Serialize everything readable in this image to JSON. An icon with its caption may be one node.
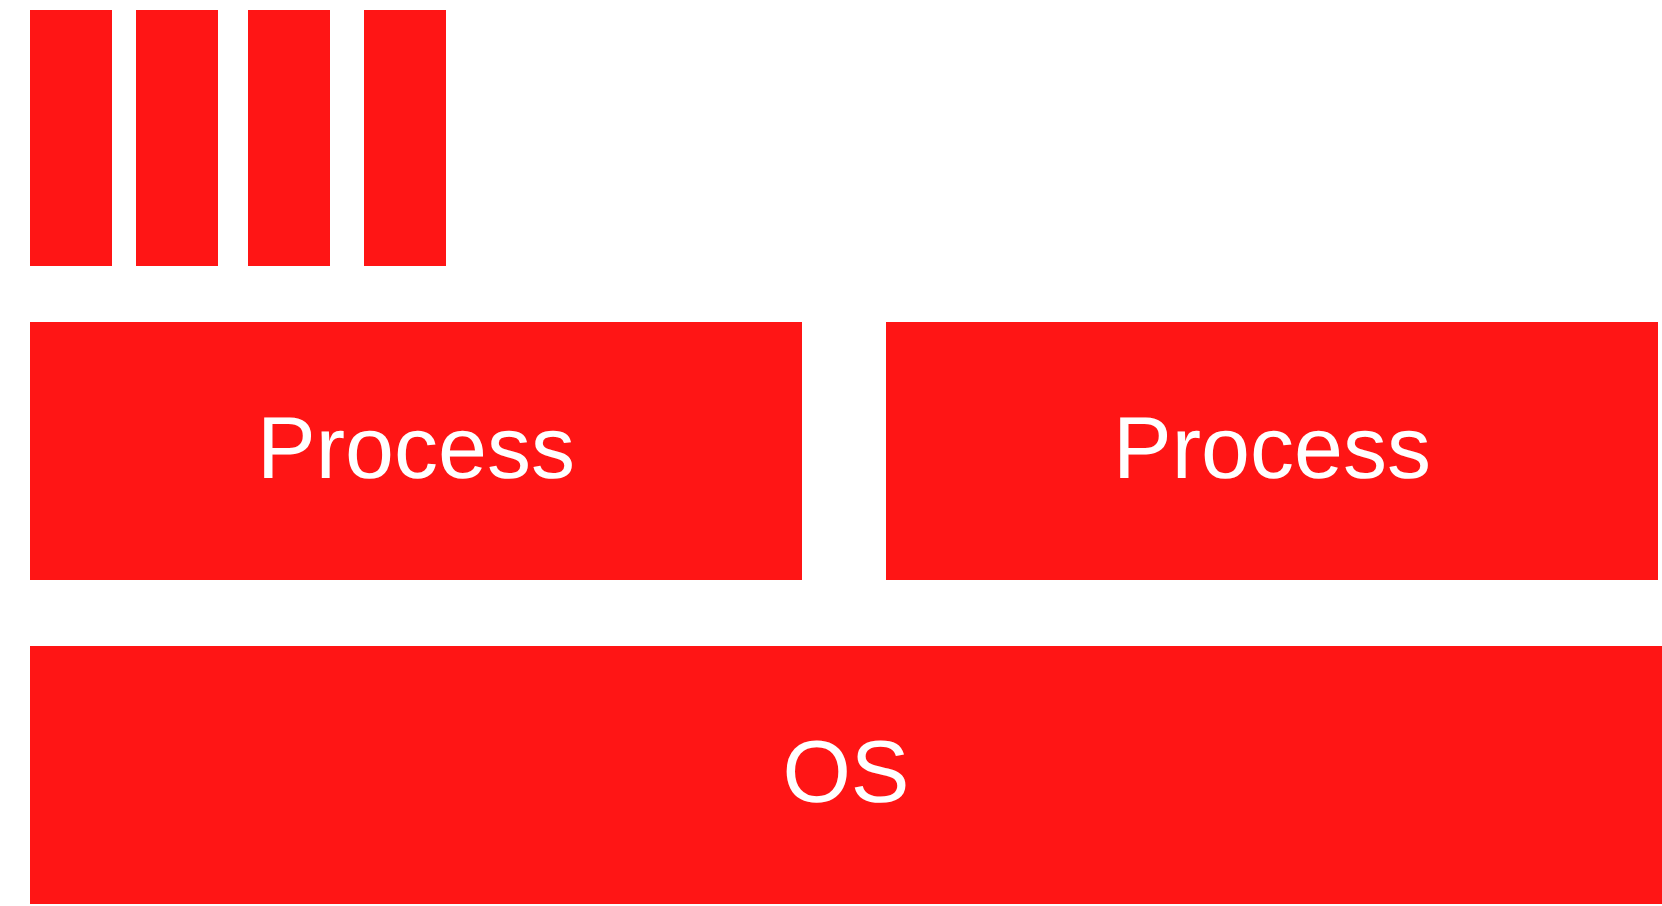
{
  "diagram": {
    "nodes": [
      {
        "text": [],
        "shape": "bar"
      },
      {
        "text": [],
        "shape": "bar"
      },
      {
        "text": [],
        "shape": "bar"
      },
      {
        "text": [],
        "shape": "bar"
      },
      {
        "text": [
          "Process"
        ]
      },
      {
        "text": [
          "Process"
        ]
      },
      {
        "text": [
          "OS"
        ]
      }
    ]
  }
}
